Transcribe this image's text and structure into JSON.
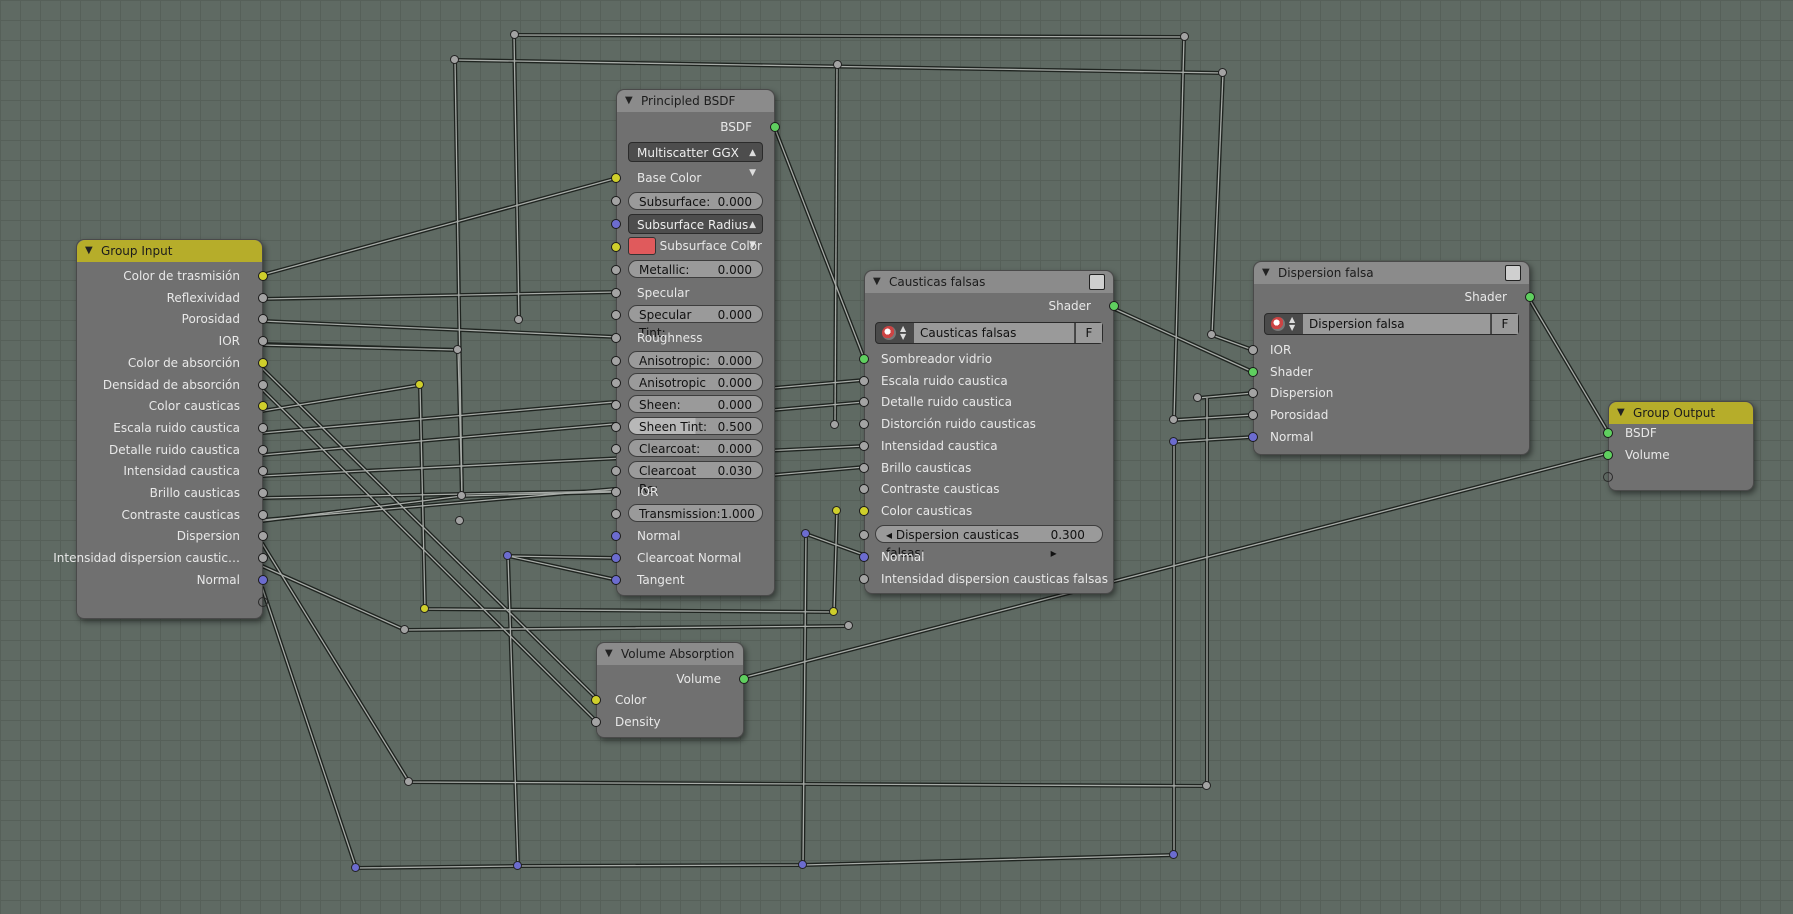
{
  "nodes": {
    "group_input": {
      "title": "Group Input",
      "outputs": [
        "Color de trasmisión",
        "Reflexividad",
        "Porosidad",
        "IOR",
        "Color de absorción",
        "Densidad de absorción",
        "Color causticas",
        "Escala ruido caustica",
        "Detalle ruido caustica",
        "Intensidad caustica",
        "Brillo causticas",
        "Contraste causticas",
        "Dispersion",
        "Intensidad dispersion caustic…",
        "Normal"
      ]
    },
    "principled": {
      "title": "Principled BSDF",
      "output": "BSDF",
      "distribution": "Multiscatter GGX",
      "subsurface": {
        "label": "Subsurface:",
        "value": "0.000"
      },
      "subsurface_method": "Subsurface Radius",
      "subsurface_color_label": "Subsurface Color",
      "metallic": {
        "label": "Metallic:",
        "value": "0.000"
      },
      "specular_label": "Specular",
      "specular_tint": {
        "label": "Specular Tint:",
        "value": "0.000"
      },
      "roughness_label": "Roughness",
      "anisotropic": {
        "label": "Anisotropic:",
        "value": "0.000"
      },
      "anisotropic_r": {
        "label": "Anisotropic R:",
        "value": "0.000"
      },
      "sheen": {
        "label": "Sheen:",
        "value": "0.000"
      },
      "sheen_tint": {
        "label": "Sheen Tint:",
        "value": "0.500"
      },
      "clearcoat": {
        "label": "Clearcoat:",
        "value": "0.000"
      },
      "clearcoat_ro": {
        "label": "Clearcoat Ro:",
        "value": "0.030"
      },
      "ior_label": "IOR",
      "transmission": {
        "label": "Transmission:",
        "value": "1.000"
      },
      "normal_label": "Normal",
      "clearcoat_normal_label": "Clearcoat Normal",
      "tangent_label": "Tangent",
      "base_color_label": "Base Color"
    },
    "causticas": {
      "title": "Causticas falsas",
      "output": "Shader",
      "group_name": "Causticas falsas",
      "f_label": "F",
      "inputs": [
        "Sombreador vidrio",
        "Escala ruido caustica",
        "Detalle ruido caustica",
        "Distorción ruido causticas",
        "Intensidad caustica",
        "Brillo causticas",
        "Contraste causticas",
        "Color causticas"
      ],
      "dispersion_field": {
        "label": "Dispersion causticas falsas:",
        "value": "0.300"
      },
      "inputs_after": [
        "Normal",
        "Intensidad dispersion causticas falsas"
      ]
    },
    "dispersion": {
      "title": "Dispersion falsa",
      "output": "Shader",
      "group_name": "Dispersion falsa",
      "f_label": "F",
      "inputs": [
        "IOR",
        "Shader",
        "Dispersion",
        "Porosidad",
        "Normal"
      ]
    },
    "volume": {
      "title": "Volume Absorption",
      "output": "Volume",
      "inputs": [
        "Color",
        "Density"
      ]
    },
    "group_output": {
      "title": "Group Output",
      "inputs": [
        "BSDF",
        "Volume"
      ]
    }
  },
  "colors": {
    "background": "#5f6a63",
    "node_body": "#707070",
    "group_header": "#b6ad2a",
    "socket_color": "#cfcf2b",
    "socket_float": "#a3a3a3",
    "socket_shader": "#5fcf5f",
    "socket_vector": "#6c6ccf",
    "subsurface_color": "#e05a5c"
  }
}
